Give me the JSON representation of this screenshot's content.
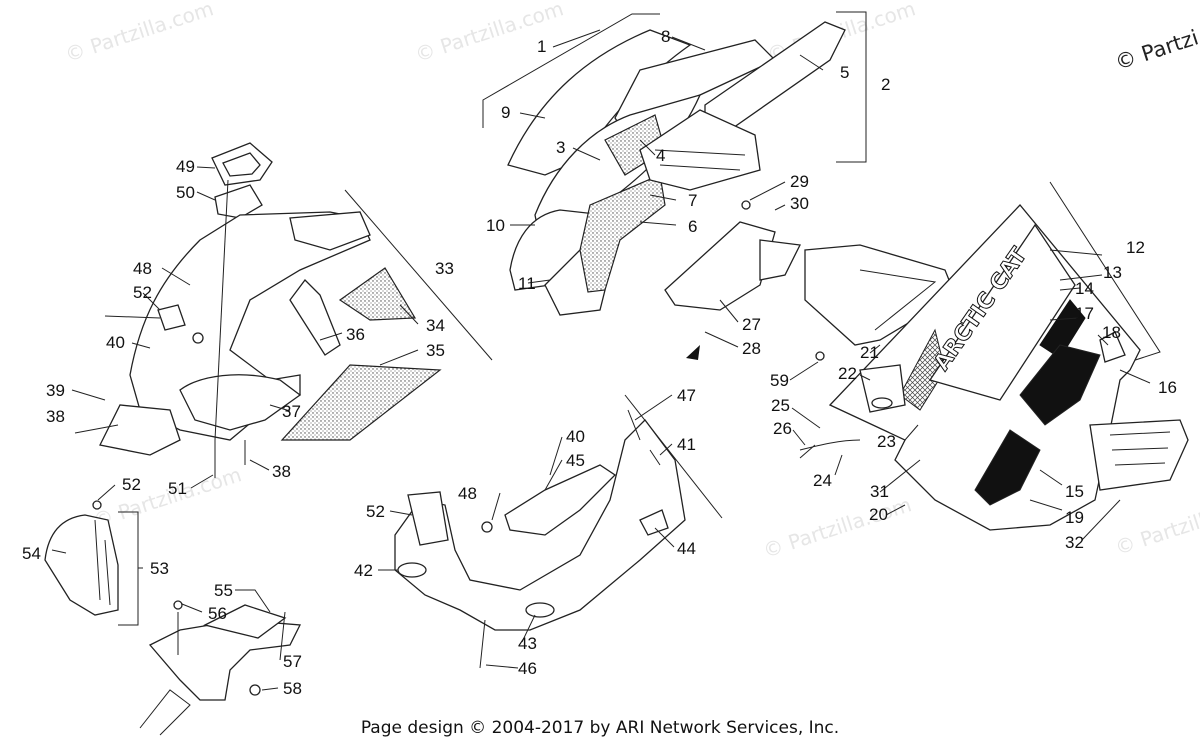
{
  "watermark": {
    "brand": "© Partzilla.com",
    "corner_brand": "© Partzi"
  },
  "footer": {
    "credit": "Page design © 2004-2017 by ARI Network Services, Inc."
  },
  "decal_text": {
    "brand_decal": "ARCTIC CAT"
  },
  "callouts": {
    "c1": "1",
    "c2": "2",
    "c3": "3",
    "c4": "4",
    "c5": "5",
    "c6": "6",
    "c7": "7",
    "c8": "8",
    "c9": "9",
    "c10": "10",
    "c11": "11",
    "c12": "12",
    "c13": "13",
    "c14": "14",
    "c15": "15",
    "c16": "16",
    "c17": "17",
    "c18": "18",
    "c19": "19",
    "c20": "20",
    "c21": "21",
    "c22": "22",
    "c23": "23",
    "c24": "24",
    "c25": "25",
    "c26": "26",
    "c27": "27",
    "c28": "28",
    "c29": "29",
    "c30": "30",
    "c31": "31",
    "c32": "32",
    "c33": "33",
    "c34": "34",
    "c35": "35",
    "c36": "36",
    "c37": "37",
    "c38a": "38",
    "c38b": "38",
    "c39": "39",
    "c40a": "40",
    "c40b": "40",
    "c41": "41",
    "c42": "42",
    "c43": "43",
    "c44": "44",
    "c45": "45",
    "c46": "46",
    "c47": "47",
    "c48a": "48",
    "c48b": "48",
    "c49": "49",
    "c50": "50",
    "c51": "51",
    "c52a": "52",
    "c52b": "52",
    "c52c": "52",
    "c53": "53",
    "c54": "54",
    "c55": "55",
    "c56": "56",
    "c57": "57",
    "c58": "58",
    "c59": "59"
  }
}
